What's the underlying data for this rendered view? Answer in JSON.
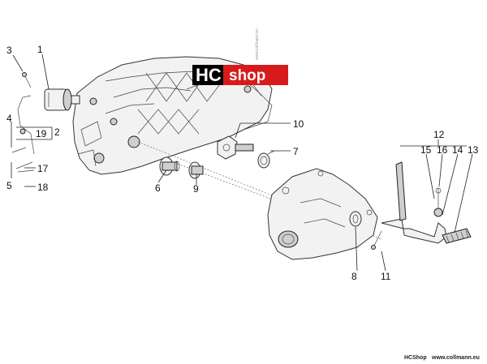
{
  "logo": {
    "hc": "HC",
    "shop": "shop",
    "bg_hc": "#000000",
    "bg_shop": "#d71a1a"
  },
  "watermark": "www.collmann.eu",
  "footer": {
    "brand": "HCShop",
    "url": "www.collmann.eu"
  },
  "callouts": {
    "c1": "1",
    "c2": "2",
    "c3": "3",
    "c4": "4",
    "c5": "5",
    "c6": "6",
    "c7": "7",
    "c8": "8",
    "c9": "9",
    "c10": "10",
    "c11": "11",
    "c12": "12",
    "c13": "13",
    "c14": "14",
    "c15": "15",
    "c16": "16",
    "c17": "17",
    "c18": "18",
    "c19": "19"
  }
}
